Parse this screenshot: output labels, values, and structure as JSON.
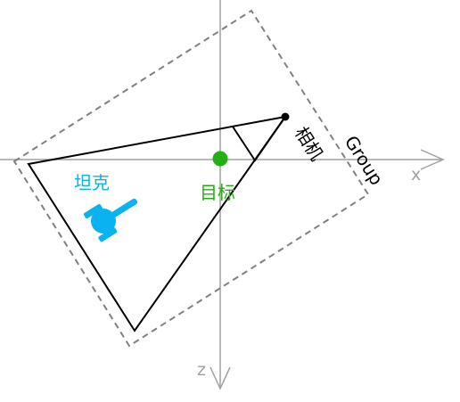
{
  "labels": {
    "group": "Group",
    "camera": "相机",
    "target": "目标",
    "tank": "坦克",
    "axis_x": "x",
    "axis_z": "z"
  },
  "colors": {
    "axis": "#a0a0a0",
    "group_border": "#808080",
    "frustum": "#000000",
    "target": "#22b014",
    "tank": "#0ab3ef"
  },
  "icons": {
    "camera": "camera-dot-icon",
    "target": "target-dot-icon",
    "tank": "tank-icon"
  }
}
